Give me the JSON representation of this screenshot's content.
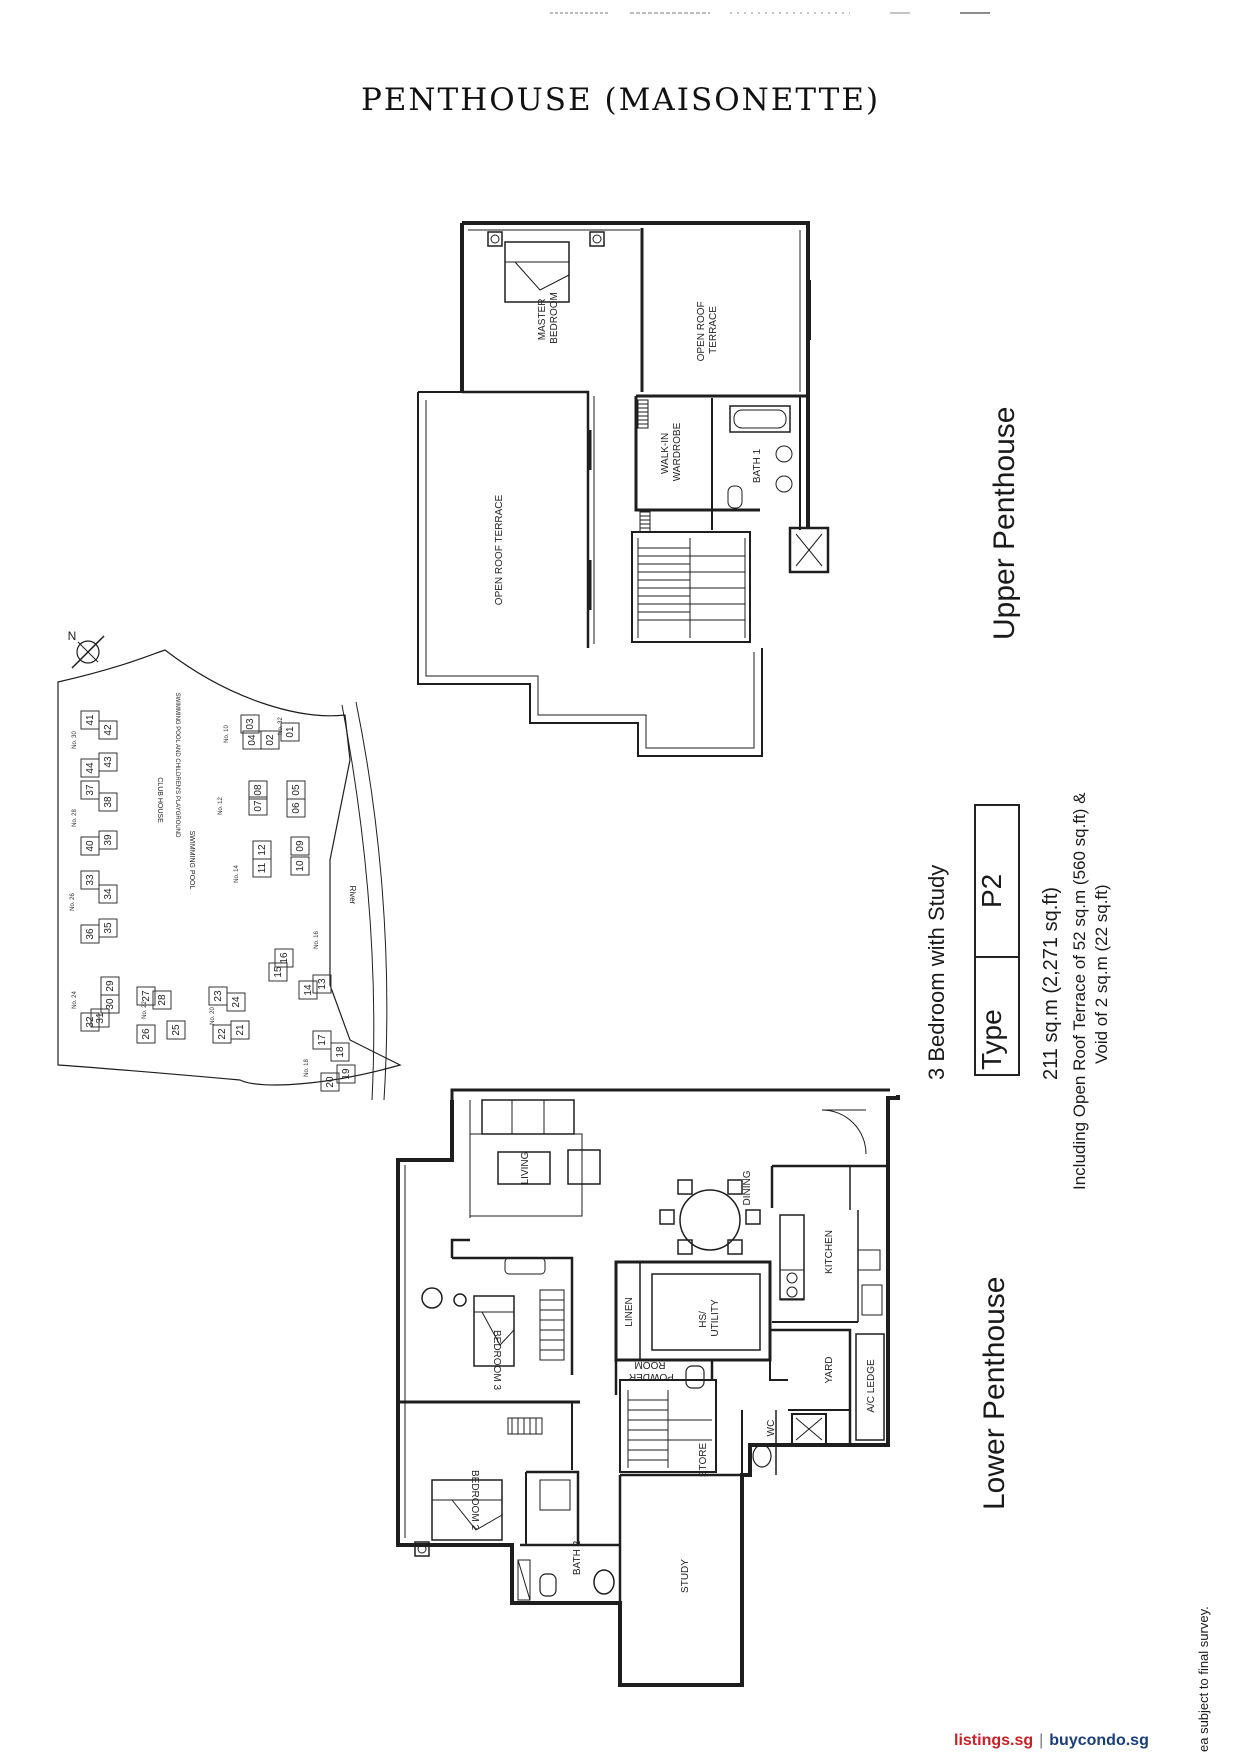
{
  "title": "PENTHOUSE (MAISONETTE)",
  "upper_penthouse": {
    "heading": "Upper Penthouse",
    "rooms": {
      "master_bedroom": [
        "MASTER",
        "BEDROOM"
      ],
      "open_roof_terrace_small": [
        "OPEN ROOF",
        "TERRACE"
      ],
      "open_roof_terrace_large": "OPEN ROOF TERRACE",
      "walk_in_wardrobe": [
        "WALK-IN",
        "WARDROBE"
      ],
      "bath_1": "BATH 1"
    }
  },
  "lower_penthouse": {
    "heading": "Lower Penthouse",
    "rooms": {
      "living": "LIVING",
      "dining": "DINING",
      "kitchen": "KITCHEN",
      "hs_utility": [
        "HS/",
        "UTILITY"
      ],
      "linen": "LINEN",
      "bedroom_3": "BEDROOM 3",
      "bedroom_2": "BEDROOM 2",
      "powder_room": [
        "POWDER",
        "ROOM"
      ],
      "yard": "YARD",
      "ac_ledge": "A/C LEDGE",
      "wc": "WC",
      "store": "STORE",
      "bath_2": "BATH 2",
      "study": "STUDY"
    }
  },
  "unit_info": {
    "description": "3 Bedroom with Study",
    "type_label": "Type",
    "type_value": "P2",
    "area": "211 sq.m (2,271 sq.ft)",
    "including_line1": "Including Open Roof Terrace of 52 sq.m (560 sq.ft) &",
    "including_line2": "Void of 2 sq.m (22 sq.ft)"
  },
  "site_plan": {
    "compass": "N",
    "blocks": [
      "01",
      "02",
      "03",
      "04",
      "05",
      "06",
      "07",
      "08",
      "09",
      "10",
      "11",
      "12",
      "13",
      "14",
      "15",
      "16",
      "17",
      "18",
      "19",
      "20",
      "21",
      "22",
      "23",
      "24",
      "25",
      "26",
      "27",
      "28",
      "29",
      "30",
      "31",
      "32",
      "33",
      "34",
      "35",
      "36",
      "37",
      "38",
      "39",
      "40",
      "41",
      "42",
      "43",
      "44"
    ],
    "block_nos": [
      "No. 10",
      "No. 12",
      "No. 14",
      "No. 16",
      "No. 18",
      "No. 20",
      "No. 22",
      "No. 24",
      "No. 26",
      "No. 28",
      "No. 30",
      "No. 32"
    ],
    "facilities": [
      "CLUB HOUSE",
      "SWIMMING POOL",
      "SWIMMING POOL AND CHILDREN'S PLAYGROUND"
    ],
    "river": "River"
  },
  "disclaimer": "ea subject to final survey.",
  "footer": {
    "site1": "listings.sg",
    "separator": "|",
    "site2": "buycondo.sg"
  }
}
